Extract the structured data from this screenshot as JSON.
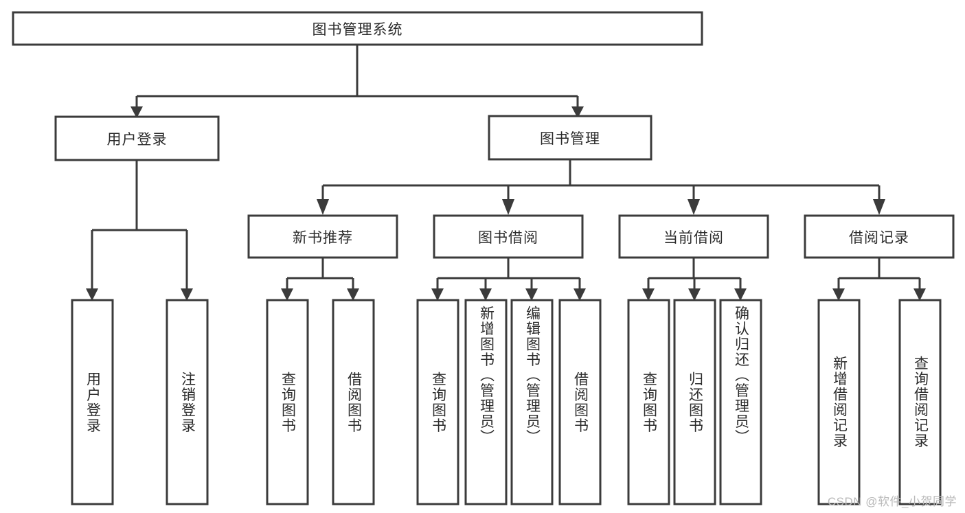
{
  "diagram": {
    "type": "tree-hierarchy",
    "title": "图书管理系统",
    "watermark": "CSDN @软件_小贺同学",
    "colors": {
      "stroke": "#3b3b3b",
      "fill": "#ffffff",
      "text": "#2b2b2b",
      "watermark": "#b9b9b9"
    },
    "nodes": {
      "root": {
        "label": "图书管理系统",
        "orientation": "horizontal"
      },
      "l2": [
        {
          "label": "用户登录",
          "orientation": "horizontal"
        },
        {
          "label": "图书管理",
          "orientation": "horizontal"
        }
      ],
      "l3": [
        {
          "label": "新书推荐",
          "orientation": "horizontal"
        },
        {
          "label": "图书借阅",
          "orientation": "horizontal"
        },
        {
          "label": "当前借阅",
          "orientation": "horizontal"
        },
        {
          "label": "借阅记录",
          "orientation": "horizontal"
        }
      ],
      "leaves": {
        "user_login": [
          {
            "label": "用户登录",
            "orientation": "vertical"
          },
          {
            "label": "注销登录",
            "orientation": "vertical"
          }
        ],
        "new_book": [
          {
            "label": "查询图书",
            "orientation": "vertical"
          },
          {
            "label": "借阅图书",
            "orientation": "vertical"
          }
        ],
        "borrow_book": [
          {
            "label": "查询图书",
            "orientation": "vertical"
          },
          {
            "label": "新增图书（管理员）",
            "orientation": "vertical"
          },
          {
            "label": "编辑图书（管理员）",
            "orientation": "vertical"
          },
          {
            "label": "借阅图书",
            "orientation": "vertical"
          }
        ],
        "current_borrow": [
          {
            "label": "查询图书",
            "orientation": "vertical"
          },
          {
            "label": "归还图书",
            "orientation": "vertical"
          },
          {
            "label": "确认归还（管理员）",
            "orientation": "vertical"
          }
        ],
        "borrow_record": [
          {
            "label": "新增借阅记录",
            "orientation": "vertical"
          },
          {
            "label": "查询借阅记录",
            "orientation": "vertical"
          }
        ]
      }
    }
  }
}
